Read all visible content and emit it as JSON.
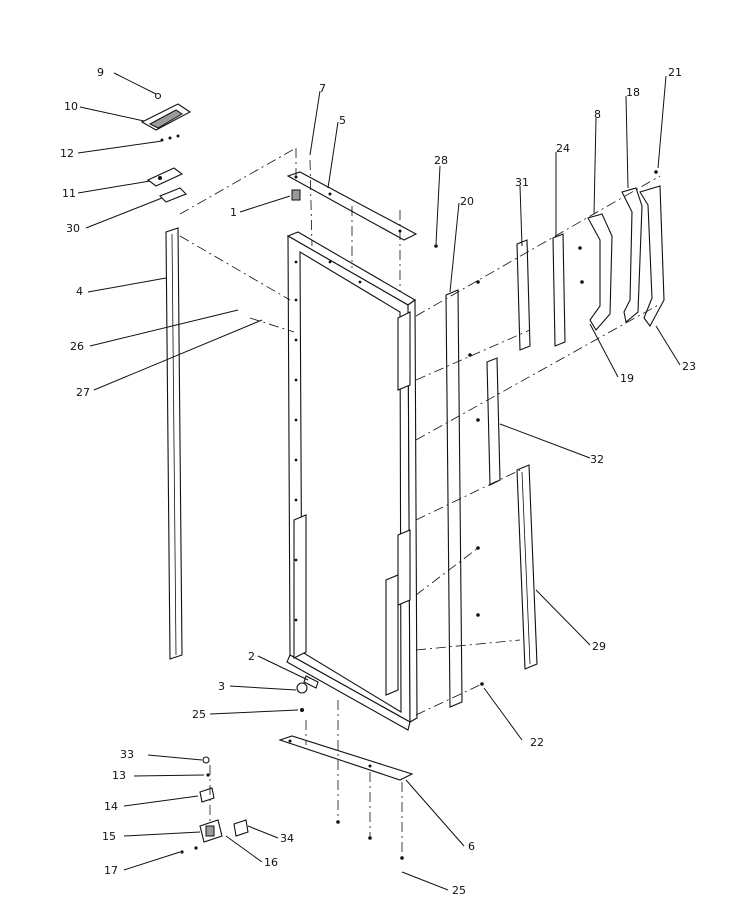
{
  "callouts": [
    {
      "key": "c9",
      "text": "9"
    },
    {
      "key": "c10",
      "text": "10"
    },
    {
      "key": "c12",
      "text": "12"
    },
    {
      "key": "c11",
      "text": "11"
    },
    {
      "key": "c30",
      "text": "30"
    },
    {
      "key": "c7",
      "text": "7"
    },
    {
      "key": "c5",
      "text": "5"
    },
    {
      "key": "c1",
      "text": "1"
    },
    {
      "key": "c28",
      "text": "28"
    },
    {
      "key": "c20",
      "text": "20"
    },
    {
      "key": "c31",
      "text": "31"
    },
    {
      "key": "c24",
      "text": "24"
    },
    {
      "key": "c8",
      "text": "8"
    },
    {
      "key": "c18",
      "text": "18"
    },
    {
      "key": "c21",
      "text": "21"
    },
    {
      "key": "c4",
      "text": "4"
    },
    {
      "key": "c26",
      "text": "26"
    },
    {
      "key": "c27",
      "text": "27"
    },
    {
      "key": "c19",
      "text": "19"
    },
    {
      "key": "c23",
      "text": "23"
    },
    {
      "key": "c32",
      "text": "32"
    },
    {
      "key": "c29",
      "text": "29"
    },
    {
      "key": "c2",
      "text": "2"
    },
    {
      "key": "c3",
      "text": "3"
    },
    {
      "key": "c25a",
      "text": "25"
    },
    {
      "key": "c22",
      "text": "22"
    },
    {
      "key": "c33",
      "text": "33"
    },
    {
      "key": "c13",
      "text": "13"
    },
    {
      "key": "c14",
      "text": "14"
    },
    {
      "key": "c15",
      "text": "15"
    },
    {
      "key": "c34",
      "text": "34"
    },
    {
      "key": "c16",
      "text": "16"
    },
    {
      "key": "c17",
      "text": "17"
    },
    {
      "key": "c6",
      "text": "6"
    },
    {
      "key": "c25b",
      "text": "25"
    }
  ]
}
